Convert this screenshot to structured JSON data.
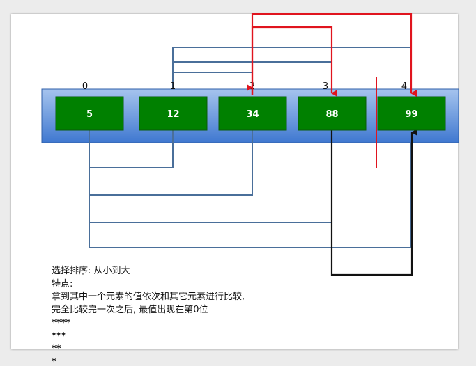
{
  "diagram": {
    "indices": [
      "0",
      "1",
      "2",
      "3",
      "4"
    ],
    "values": [
      "5",
      "12",
      "34",
      "88",
      "99"
    ],
    "colors": {
      "band_top": "#a6c4ee",
      "band_bottom": "#3f78d0",
      "cell_fill": "#008000",
      "cell_border": "#0a5a0a",
      "blue_line": "#4a6f9a",
      "red_line": "#e0141e",
      "black_line": "#111111"
    }
  },
  "notes": {
    "title": "选择排序: 从小到大",
    "feature_label": "特点:",
    "line1": "拿到其中一个元素的值依次和其它元素进行比较,",
    "line2": "完全比较完一次之后, 最值出现在第0位",
    "stars4": "****",
    "stars3": "***",
    "stars2": "**",
    "stars1": "*"
  }
}
